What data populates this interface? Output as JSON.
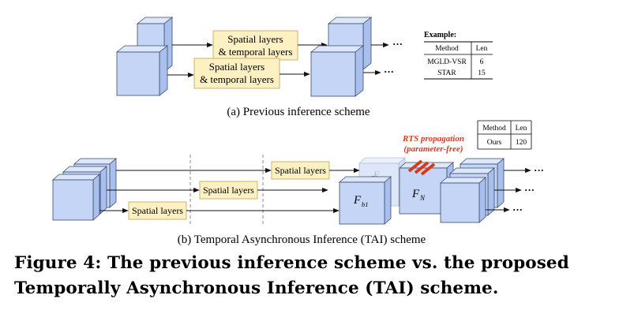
{
  "panel_a": {
    "box_label_line1": "Spatial layers",
    "box_label_line2": "& temporal layers",
    "ellipsis": "···",
    "caption": "(a) Previous inference scheme",
    "example": {
      "title": "Example:",
      "headers": [
        "Method",
        "Len"
      ],
      "rows": [
        [
          "MGLD-VSR",
          "6"
        ],
        [
          "STAR",
          "15"
        ]
      ]
    }
  },
  "panel_b": {
    "spatial_label": "Spatial layers",
    "ellipsis": "···",
    "fb1_main": "F",
    "fb1_sub": "b1",
    "fb2_main": "F",
    "fb2_sub": "b2",
    "fn_main": "F",
    "fn_sub": "N",
    "rts_line1": "RTS propagation",
    "rts_line2": "(parameter-free)",
    "table": {
      "headers": [
        "Method",
        "Len"
      ],
      "rows": [
        [
          "Ours",
          "120"
        ]
      ]
    },
    "caption": "(b) Temporal Asynchronous Inference (TAI) scheme"
  },
  "figure_caption": {
    "line1": "Figure 4: The previous inference scheme vs. the proposed",
    "line2": "Temporally Asynchronous Inference (TAI) scheme."
  },
  "colors": {
    "cube_front": "#c4d5f6",
    "cube_top": "#dde7fb",
    "cube_side": "#a9c0ee",
    "cube_stroke": "#3d4a6b",
    "box_fill": "#fdf0c3",
    "box_stroke": "#c9b46a",
    "rts_red": "#d83a1e"
  }
}
